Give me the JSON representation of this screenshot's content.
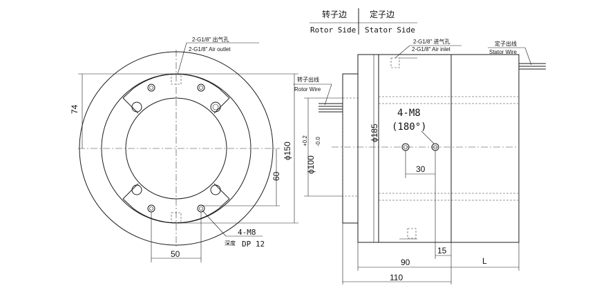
{
  "header": {
    "rotor_side_cn": "转子边",
    "stator_side_cn": "定子边",
    "rotor_side_en": "Rotor Side",
    "stator_side_en": "Stator Side"
  },
  "front_view": {
    "air_outlet_line1": "2-G1/8\" 出气孔",
    "air_outlet_line2": "2-G1/8\" Air outlet",
    "dim_74": "74",
    "dim_60": "60",
    "dim_150": "ϕ150",
    "dim_50": "50",
    "holes_spec": "4-M8",
    "depth_cn": "深度",
    "depth_value": "DP 12"
  },
  "side_view": {
    "rotor_wire_cn": "转子出线",
    "rotor_wire_en": "Rotor Wire",
    "bore_dim": "ϕ100",
    "bore_tol_plus": "+0.2",
    "bore_tol_minus": "-0.0",
    "dim_185": "ϕ185",
    "air_inlet_line1": "2-G1/8\" 进气孔",
    "air_inlet_line2": "2-G1/8\" Air inlet",
    "stator_wire_cn": "定子出线",
    "stator_wire_en": "Stator Wire",
    "holes_spec": "4-M8",
    "holes_angle": "(180°)",
    "dim_30": "30",
    "dim_15": "15",
    "dim_90": "90",
    "dim_L": "L",
    "dim_110": "110"
  }
}
